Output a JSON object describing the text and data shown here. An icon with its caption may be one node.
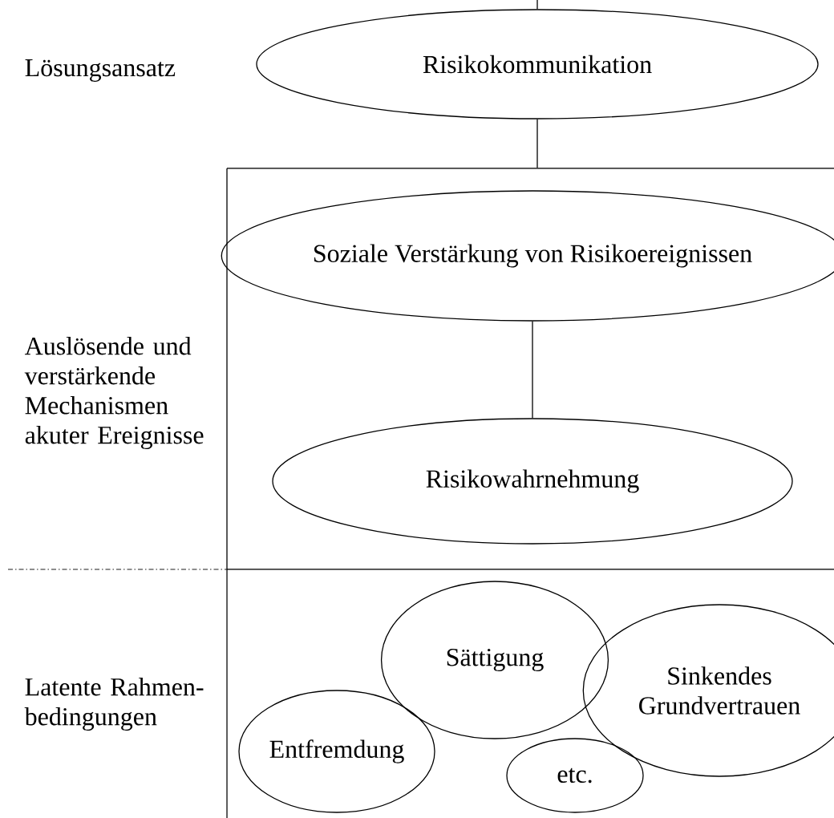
{
  "diagram": {
    "nodes": [
      {
        "text": [
          "Risikokommunikation"
        ]
      },
      {
        "text": [],
        "shape": "box"
      },
      {
        "text": [
          "Soziale Verstärkung von Risikoereignissen"
        ],
        "in": 1
      },
      {
        "text": [
          "Risikowahrnehmung"
        ],
        "in": 1
      },
      {
        "text": [
          "Sättigung"
        ]
      },
      {
        "text": [
          "Sinkendes Grundvertrauen"
        ]
      },
      {
        "text": [
          "Entfremdung"
        ]
      },
      {
        "text": [
          "etc."
        ]
      }
    ],
    "edges": [
      {
        "from": null,
        "to": 0,
        "arrow": "none"
      },
      {
        "from": 0,
        "to": 1,
        "arrow": "none"
      },
      {
        "from": 2,
        "to": 3,
        "arrow": "none"
      }
    ],
    "labels": [
      "Lösungsansatz",
      "Auslösende und verstärkende Mechanismen akuter Ereignisse",
      "Latente Rahmen- bedingungen"
    ]
  }
}
